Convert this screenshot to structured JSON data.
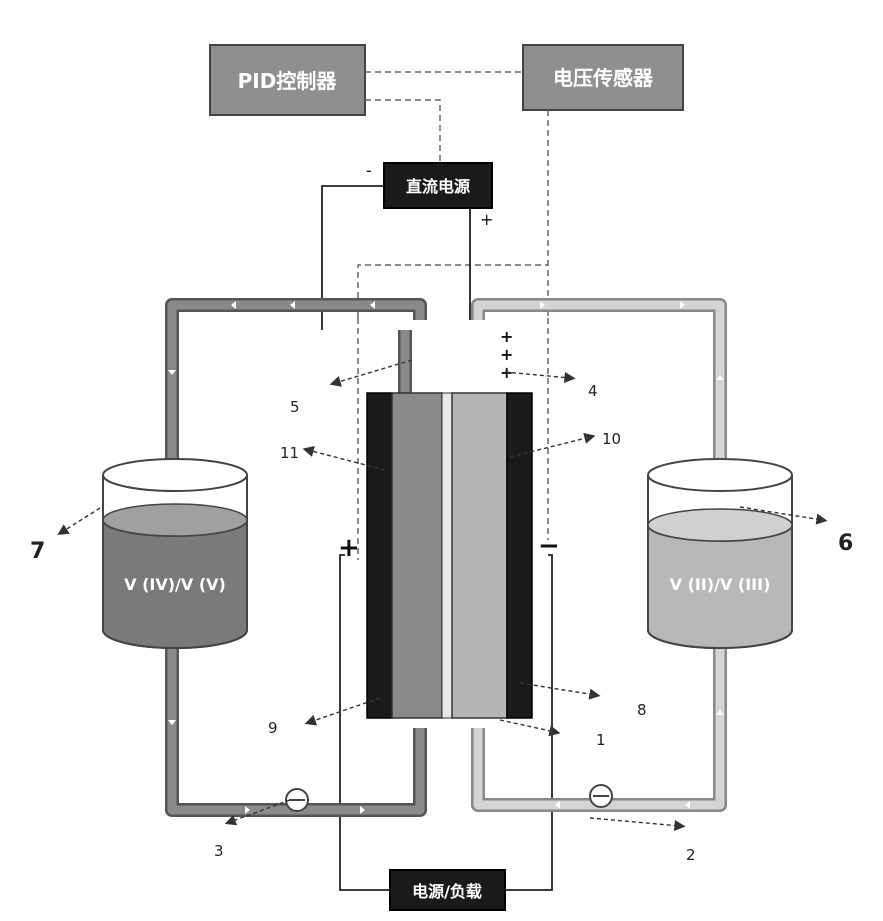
{
  "boxes": {
    "pid_controller": "PID控制器",
    "voltage_sensor": "电压传感器",
    "dc_power": "直流电源",
    "power_load": "电源/负载"
  },
  "tanks": {
    "left": "V (IV)/V (V)",
    "right": "V (II)/V (III)"
  },
  "polarity": {
    "dc_minus": "-",
    "dc_plus": "+",
    "cell_plus": "+",
    "cell_minus": "−",
    "right_charges": "+",
    "left_charges": "·"
  },
  "labels": [
    "1",
    "2",
    "3",
    "4",
    "5",
    "6",
    "7",
    "8",
    "9",
    "10",
    "11"
  ],
  "colors": {
    "dark_fill": "#1a1a1a",
    "gray_box": "#8f8f8f",
    "tank_liquid_left": "#7a7a7a",
    "tank_liquid_right": "#b8b8b8",
    "pipe_left": "#8a8a8a",
    "pipe_right": "#cfcfcf"
  }
}
